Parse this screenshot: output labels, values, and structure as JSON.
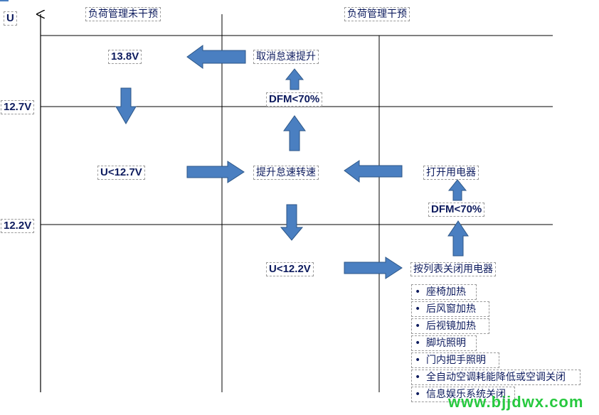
{
  "axis": {
    "u_label": "U"
  },
  "headers": {
    "left": "负荷管理未干预",
    "right": "负荷管理干预"
  },
  "voltage_levels": {
    "v127": "12.7V",
    "v122": "12.2V"
  },
  "nodes": {
    "v138": "13.8V",
    "u_lt_127": "U<12.7V",
    "u_lt_122": "U<12.2V",
    "cancel_idle_boost": "取消怠速提升",
    "dfm_mid": "DFM<70%",
    "boost_idle": "提升怠速转速",
    "turn_on_loads": "打开用电器",
    "dfm_right": "DFM<70%",
    "shutdown_by_list": "按列表关闭用电器"
  },
  "shutdown_list": [
    "座椅加热",
    "后风窗加热",
    "后视镜加热",
    "脚坑照明",
    "门内把手照明",
    "全自动空调耗能降低或空调关闭",
    "信息娱乐系统关闭"
  ],
  "bullet_char": "•",
  "watermark": "www.bjjdwx.com",
  "colors": {
    "arrow_fill": "#4a7fc1",
    "arrow_stroke": "#2c5687",
    "text": "#0d1b5e"
  }
}
